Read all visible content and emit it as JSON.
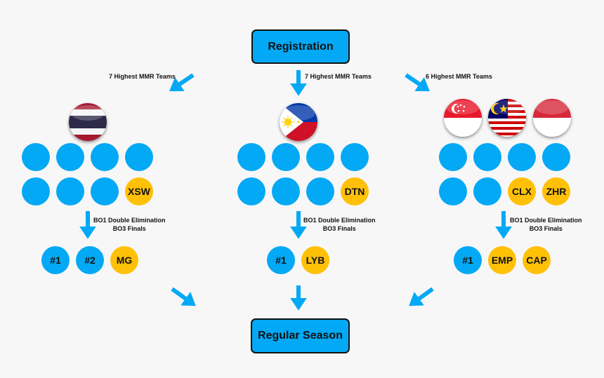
{
  "diagram": {
    "registration": "Registration",
    "regular_season": "Regular Season",
    "accent_color": "#03a9f4",
    "seed_color": "#ffc107",
    "regions": [
      {
        "qualifier_label": "7 Highest MMR Teams",
        "flags": [
          "thailand-flag-icon"
        ],
        "pool_row1": [
          "",
          "",
          "",
          ""
        ],
        "pool_row2": [
          "",
          "",
          "",
          "XSW"
        ],
        "format_line1": "BO1 Double Elimination",
        "format_line2": "BO3 Finals",
        "results": [
          "#1",
          "#2",
          "MG"
        ]
      },
      {
        "qualifier_label": "7 Highest MMR Teams",
        "flags": [
          "philippines-flag-icon"
        ],
        "pool_row1": [
          "",
          "",
          "",
          ""
        ],
        "pool_row2": [
          "",
          "",
          "",
          "DTN"
        ],
        "format_line1": "BO1 Double Elimination",
        "format_line2": "BO3 Finals",
        "results": [
          "#1",
          "LYB"
        ]
      },
      {
        "qualifier_label": "6 Highest MMR Teams",
        "flags": [
          "singapore-flag-icon",
          "malaysia-flag-icon",
          "indonesia-flag-icon"
        ],
        "pool_row1": [
          "",
          "",
          "",
          ""
        ],
        "pool_row2": [
          "",
          "",
          "CLX",
          "ZHR"
        ],
        "format_line1": "BO1 Double Elimination",
        "format_line2": "BO3 Finals",
        "results": [
          "#1",
          "EMP",
          "CAP"
        ]
      }
    ]
  }
}
